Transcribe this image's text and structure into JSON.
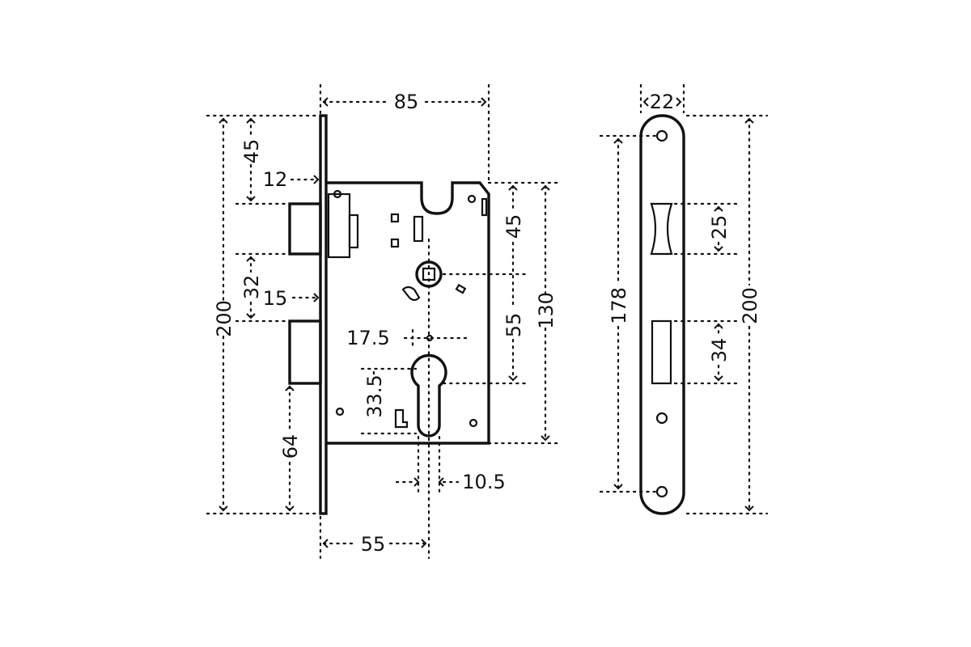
{
  "diagram": {
    "front_view": {
      "width": "85",
      "height": "200",
      "top_to_latch": "45",
      "latch_projection": "12",
      "latch_to_bolt": "32",
      "bolt_projection": "15",
      "bolt_to_bottom": "64",
      "backset": "55",
      "case_height": "130",
      "case_top_to_spindle": "45",
      "spindle_to_cylinder": "55",
      "cylinder_offset": "17.5",
      "cylinder_height": "33.5",
      "cylinder_width": "10.5"
    },
    "side_view": {
      "faceplate_width": "22",
      "faceplate_height": "200",
      "screw_centers": "178",
      "latch_hole": "25",
      "bolt_hole": "34"
    }
  }
}
